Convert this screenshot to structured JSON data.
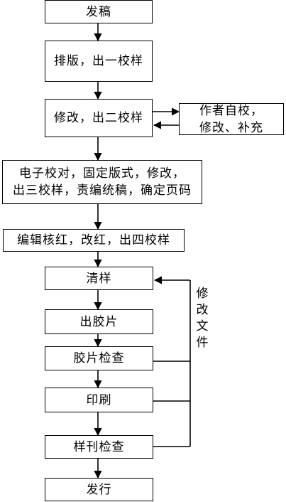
{
  "diagram": {
    "nodes": {
      "submit": "发稿",
      "proof1": "排版，出一校样",
      "proof2": "修改，出二校样",
      "author_check": [
        "作者自校，",
        "修改、补充"
      ],
      "proof3": [
        "电子校对，固定版式，修改，",
        "出三校样，责编统稿，确定页码"
      ],
      "proof4": "编辑核红，改红，出四校样",
      "clean": "清样",
      "film": "出胶片",
      "film_check": "胶片检查",
      "print": "印刷",
      "sample_check": "样刊检查",
      "release": "发行"
    },
    "feedback_label": [
      "修",
      "改",
      "文",
      "件"
    ]
  }
}
